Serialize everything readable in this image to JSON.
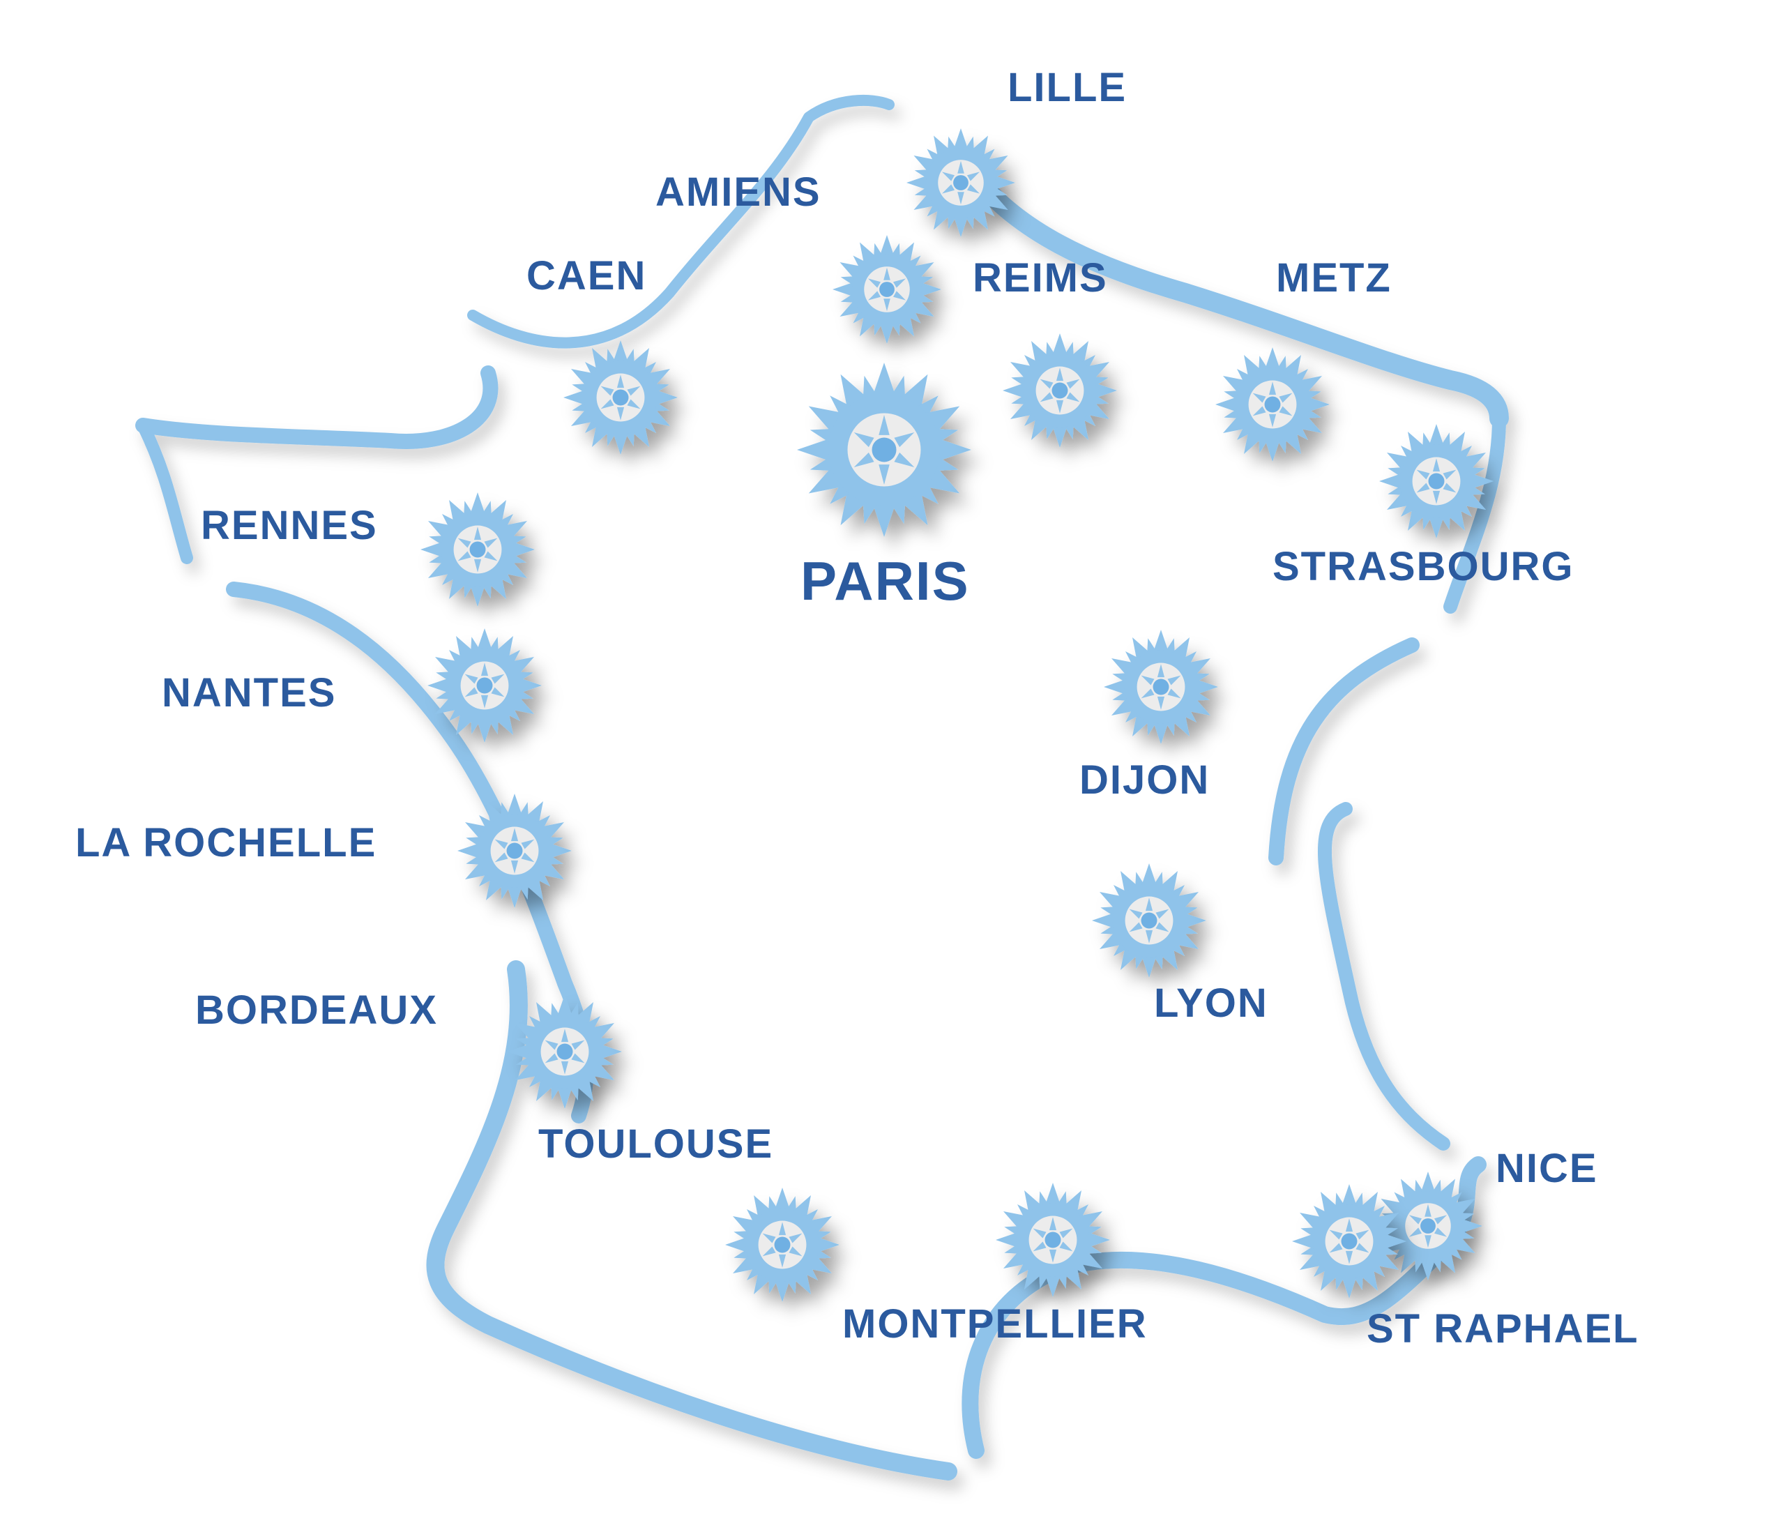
{
  "colors": {
    "outline": "#8fc3ea",
    "marker": "#8fc3ea",
    "marker_center": "#6fb0e3",
    "label": "#2b5a9e",
    "background": "#ffffff"
  },
  "icons": {
    "city_marker": "snowflake-rosette-icon"
  },
  "cities": [
    {
      "name": "LILLE"
    },
    {
      "name": "AMIENS"
    },
    {
      "name": "CAEN"
    },
    {
      "name": "REIMS"
    },
    {
      "name": "METZ"
    },
    {
      "name": "PARIS"
    },
    {
      "name": "STRASBOURG"
    },
    {
      "name": "RENNES"
    },
    {
      "name": "NANTES"
    },
    {
      "name": "DIJON"
    },
    {
      "name": "LA ROCHELLE"
    },
    {
      "name": "LYON"
    },
    {
      "name": "BORDEAUX"
    },
    {
      "name": "TOULOUSE"
    },
    {
      "name": "NICE"
    },
    {
      "name": "MONTPELLIER"
    },
    {
      "name": "ST RAPHAEL"
    }
  ]
}
